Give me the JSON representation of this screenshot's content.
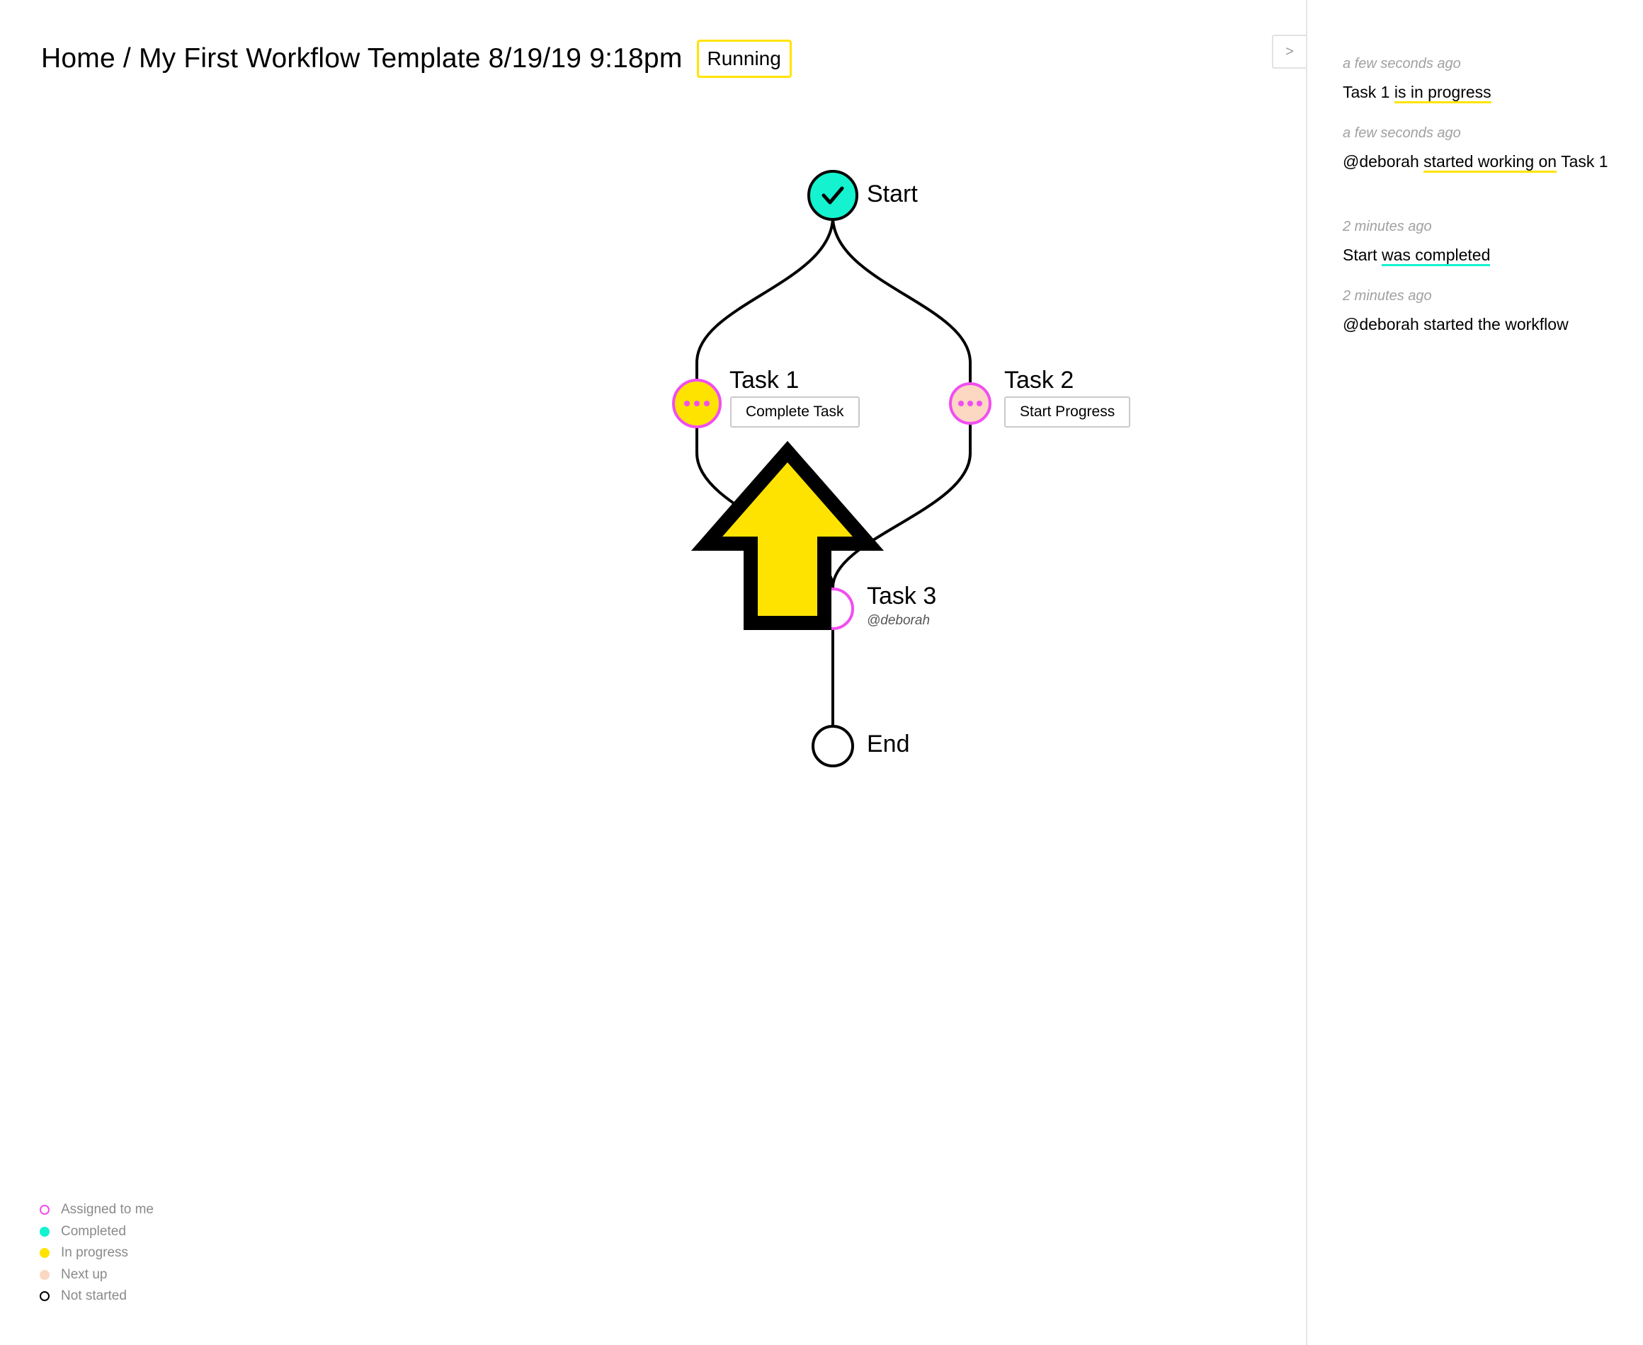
{
  "header": {
    "breadcrumb_home": "Home",
    "breadcrumb_separator": " / ",
    "workflow_name": "My First Workflow Template 8/19/19 9:18pm",
    "status": "Running"
  },
  "nodes": {
    "start": {
      "label": "Start",
      "state": "completed"
    },
    "task1": {
      "label": "Task 1",
      "state": "in-progress",
      "action": "Complete Task"
    },
    "task2": {
      "label": "Task 2",
      "state": "next-up",
      "action": "Start Progress"
    },
    "task3": {
      "label": "Task 3",
      "state": "assigned",
      "assignee": "@deborah"
    },
    "end": {
      "label": "End",
      "state": "not-started"
    }
  },
  "legend": [
    {
      "label": "Assigned to me",
      "style": "ring",
      "color": "#f04ef0"
    },
    {
      "label": "Completed",
      "style": "fill",
      "color": "#14f2d0"
    },
    {
      "label": "In progress",
      "style": "fill",
      "color": "#ffe300"
    },
    {
      "label": "Next up",
      "style": "fill",
      "color": "#fcd7c2"
    },
    {
      "label": "Not started",
      "style": "ring",
      "color": "#000000"
    }
  ],
  "sidebar": {
    "toggle_label": ">",
    "activity": [
      {
        "time": "a few seconds ago",
        "subject": "Task 1",
        "verb": "is in progress",
        "tail": "",
        "highlight": "#ffe300"
      },
      {
        "time": "a few seconds ago",
        "subject": "@deborah",
        "verb": "started working on",
        "tail": "Task 1",
        "highlight": "#ffe300"
      },
      {
        "time": "2 minutes ago",
        "subject": "Start",
        "verb": "was completed",
        "tail": "",
        "highlight": "#14f2d0"
      },
      {
        "time": "2 minutes ago",
        "subject": "@deborah started the workflow",
        "verb": "",
        "tail": "",
        "highlight": ""
      }
    ]
  },
  "colors": {
    "completed": "#14f2d0",
    "in_progress": "#ffe300",
    "next_up": "#fcd7c2",
    "assigned": "#f04ef0",
    "annotation_arrow": "#ffe300"
  },
  "annotation": {
    "shape": "up-arrow",
    "color": "#ffe300"
  }
}
